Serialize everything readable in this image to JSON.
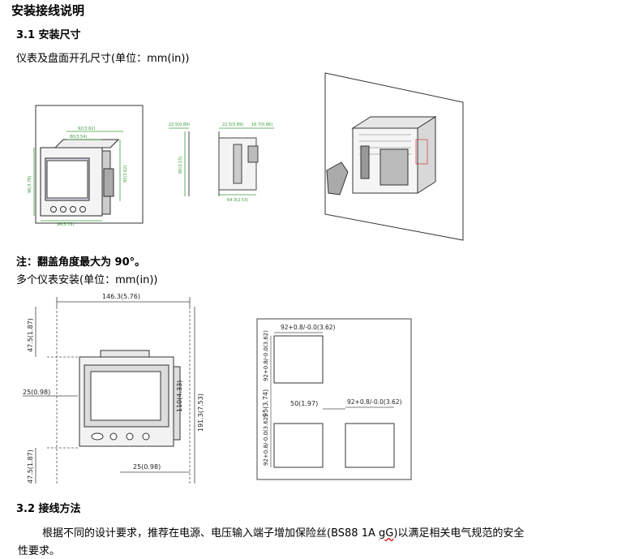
{
  "doc": {
    "title": "安装接线说明",
    "s31_heading": "3.1  安装尺寸",
    "s31_caption": "仪表及盘面开孔尺寸(单位：mm(in))",
    "note": "注：翻盖角度最大为 90°。",
    "multi_caption": "多个仪表安装(单位：mm(in))",
    "s32_heading": "3.2  接线方法",
    "para_line1_pre": "根据不同的设计要求，推荐在电源、电压输入端子增加保险丝(BS88 1A ",
    "para_line1_mark": "gG",
    "para_line1_post": ")以满足相关电气规范的安全",
    "para_line2": "性要求。"
  },
  "diagram1": {
    "dim_92": "92(3.62)",
    "dim_80": "80(3.54)",
    "dim_96v": "96(3.78)",
    "dim_96h": "96(3.78)",
    "dim_92v": "92(3.62)",
    "dim_a": "22.5(0.89)",
    "dim_b": "22.5(0.89)",
    "dim_c": "16.7(0.66)",
    "dim_d": "80(3.15)",
    "dim_e": "64.3(2.53)"
  },
  "diagram2": {
    "width": "146.3(5.76)",
    "top_gap": "47.5(1.87)",
    "left_gap": "25(0.98)",
    "height_inner": "110(4.33)",
    "height_total": "191.3(7.53)",
    "bottom_gap": "47.5(1.87)",
    "right_gap": "25(0.98)"
  },
  "diagram3": {
    "cut_top": "92+0.8/-0.0(3.62)",
    "cut_left": "92+0.8/-0.0(3.62)",
    "spacing_h": "50(1.97)",
    "spacing_v": "95(3.74)",
    "cut_right": "92+0.8/-0.0(3.62)",
    "cut_left2": "92+0.8/-0.0(3.62)"
  }
}
